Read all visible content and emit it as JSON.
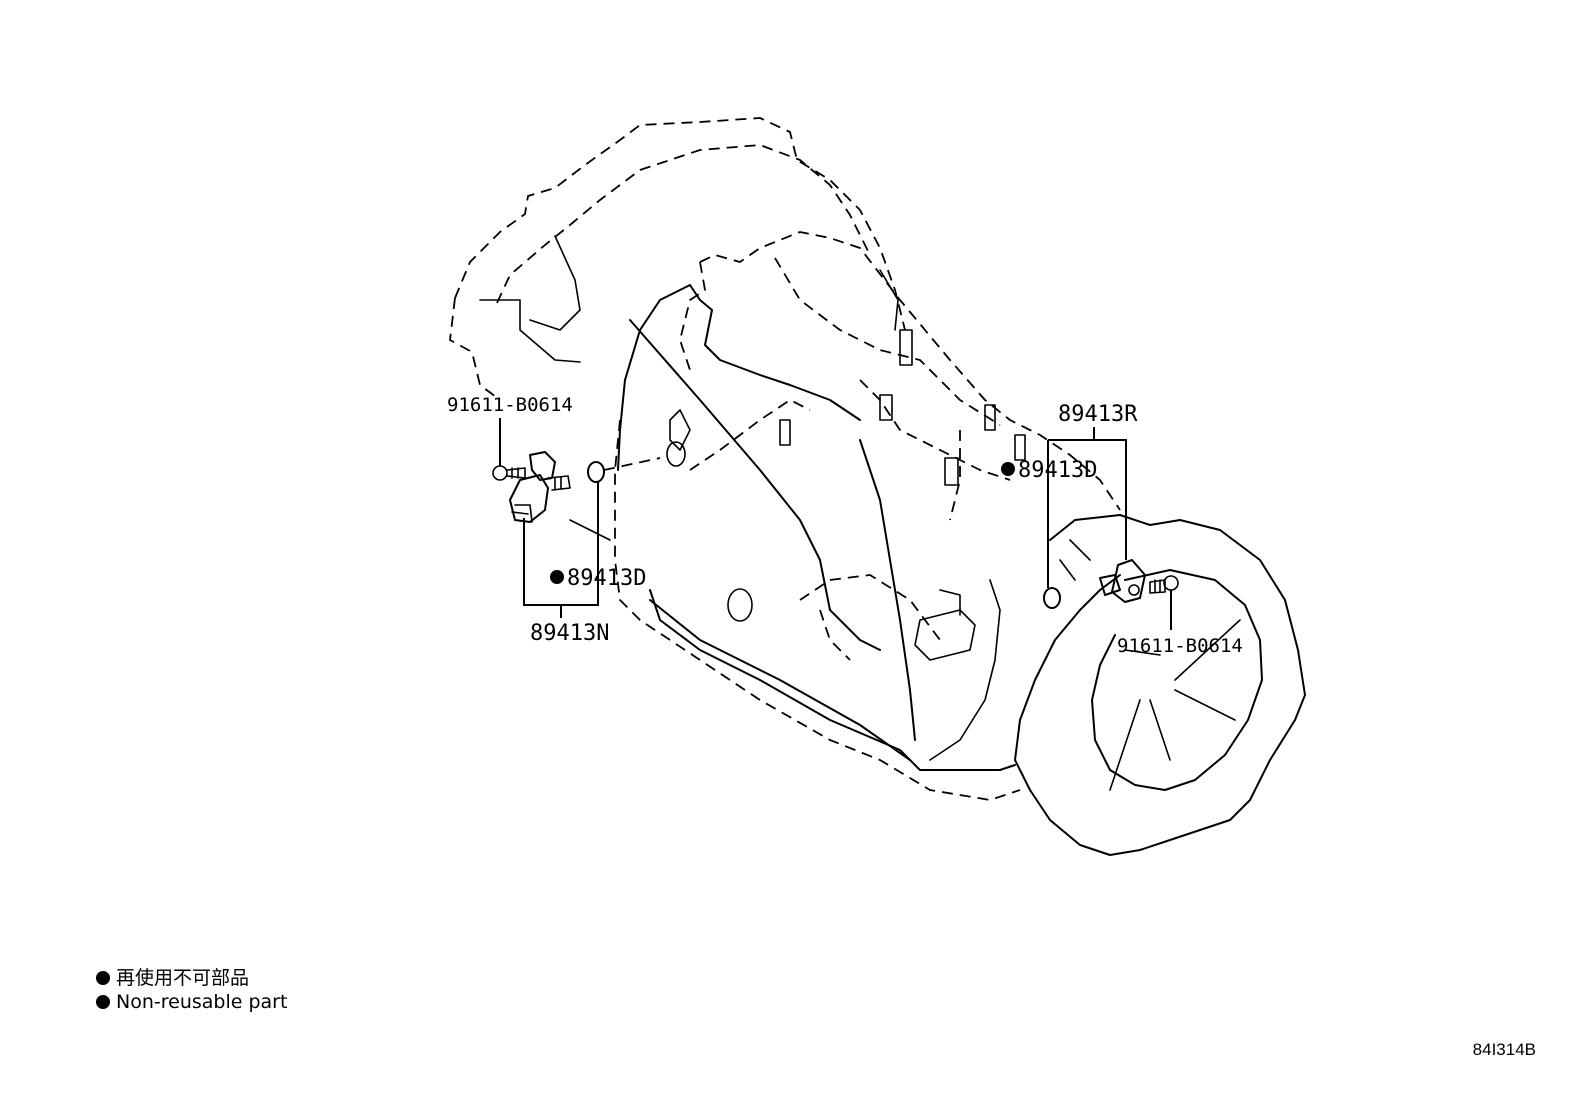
{
  "callouts": {
    "bolt_left": "91611-B0614",
    "gasket_left": "89413D",
    "sensor_left": "89413N",
    "sensor_right": "89413R",
    "gasket_right": "89413D",
    "bolt_right": "91611-B0614"
  },
  "legend": {
    "items": [
      {
        "text": "再使用不可部品"
      },
      {
        "text": "Non-reusable part"
      }
    ]
  },
  "diagram_code": "84I314B"
}
